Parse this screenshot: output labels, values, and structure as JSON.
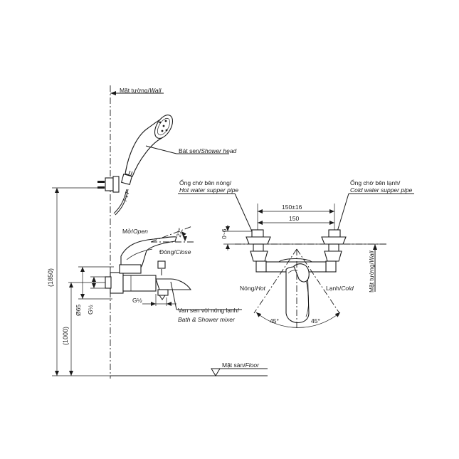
{
  "labels": {
    "wall_top_vi": "Mặt tường/",
    "wall_top_en": "Wall",
    "shower_head_vi": "Bát sen/",
    "shower_head_en": "Shower head",
    "open_vi": "Mở/",
    "open_en": "Open",
    "close_vi": "Đóng/",
    "close_en": "Close",
    "angle_22": "22°",
    "dim_1850": "(1850)",
    "dim_1000": "(1000)",
    "dim_d65": "Ø65",
    "dim_g12_v": "G½",
    "dim_g12_h": "G½",
    "mixer_vi": "Van sen vòi nóng lạnh/",
    "mixer_en": "Bath & Shower mixer",
    "floor_vi": "Mặt sàn/",
    "floor_en": "Floor",
    "hot_pipe_vi": "Ống chờ bên nóng/",
    "hot_pipe_en": "Hot water supper pipe",
    "cold_pipe_vi": "Ống chờ bên lạnh/",
    "cold_pipe_en": "Cold water supper pipe",
    "dim_150_16": "150±16",
    "dim_150": "150",
    "dim_0_6": "0~6",
    "hot_vi": "Nóng/",
    "hot_en": "Hot",
    "cold_vi": "Lạnh/",
    "cold_en": "Cold",
    "wall_right_vi": "Mặt tường/",
    "wall_right_en": "Wall",
    "angle_45_left": "45°",
    "angle_45_right": "45°"
  }
}
